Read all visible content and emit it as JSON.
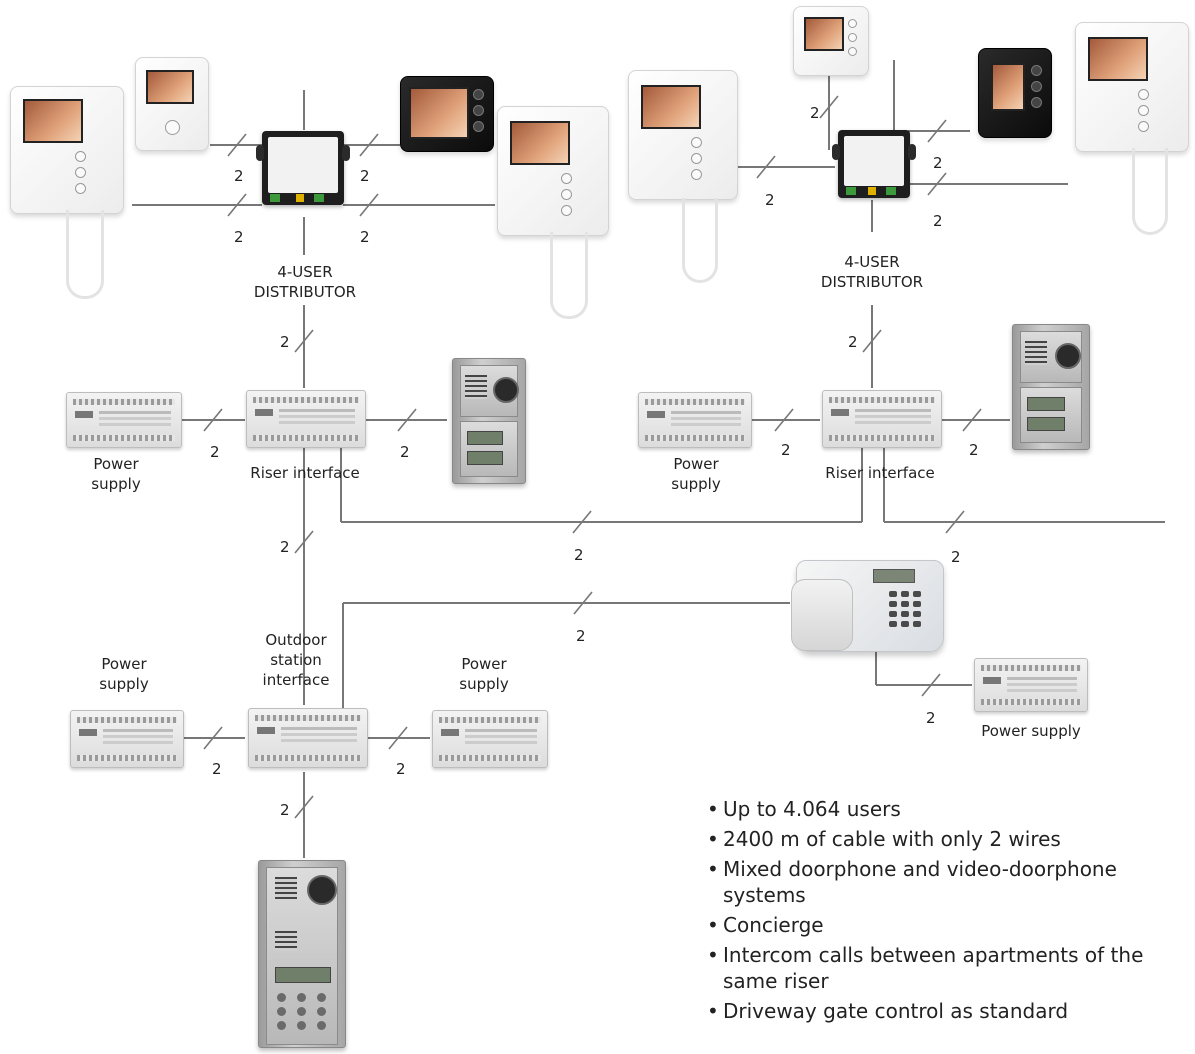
{
  "labels": {
    "distributor_left": "4-USER\nDISTRIBUTOR",
    "distributor_right": "4-USER\nDISTRIBUTOR",
    "riser_left": "Riser interface",
    "riser_right": "Riser interface",
    "psu_riser_left": "Power\nsupply",
    "psu_riser_right": "Power\nsupply",
    "psu_outdoor_left": "Power\nsupply",
    "psu_outdoor_right": "Power\nsupply",
    "psu_concierge": "Power supply",
    "outdoor_interface": "Outdoor\nstation\ninterface"
  },
  "wire_count": "2",
  "features": [
    "Up to 4.064 users",
    "2400 m of cable with only 2 wires",
    "Mixed doorphone and video-doorphone systems",
    "Concierge",
    "Intercom calls between apartments of the same riser",
    "Driveway gate control as standard"
  ],
  "colors": {
    "wire": "#777777",
    "text": "#222222"
  },
  "icons": {
    "monitor": "video-monitor-icon",
    "distributor": "distributor-module-icon",
    "din_module": "din-rail-module-icon",
    "panel": "outdoor-panel-icon",
    "phone": "concierge-phone-icon"
  }
}
